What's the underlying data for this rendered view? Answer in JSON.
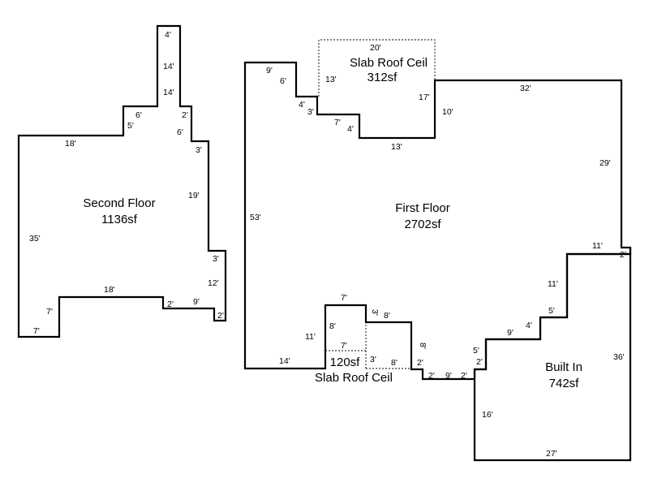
{
  "rooms": {
    "second_floor": {
      "name": "Second Floor",
      "area": "1136sf"
    },
    "first_floor": {
      "name": "First Floor",
      "area": "2702sf"
    },
    "slab_roof_top": {
      "name": "Slab Roof Ceil",
      "area": "312sf"
    },
    "slab_roof_bottom": {
      "name": "Slab Roof Ceil",
      "area": "120sf"
    },
    "built_in": {
      "name": "Built In",
      "area": "742sf"
    }
  },
  "dimensions": {
    "second_floor": [
      "4'",
      "14'",
      "14'",
      "2'",
      "6'",
      "6'",
      "5'",
      "18'",
      "3'",
      "19'",
      "35'",
      "3'",
      "12'",
      "18'",
      "2'",
      "9'",
      "2'",
      "7'",
      "7'"
    ],
    "first_floor": [
      "9'",
      "6'",
      "4'",
      "3'",
      "7'",
      "4'",
      "13'",
      "17'",
      "10'",
      "32'",
      "29'",
      "53'",
      "11'",
      "2'",
      "11'",
      "5'",
      "4'",
      "9'",
      "5'",
      "2'",
      "2'",
      "9'",
      "2'",
      "8'",
      "8'",
      "3'",
      "7'",
      "8'",
      "11'",
      "14'"
    ],
    "slab_roof_top": [
      "20'",
      "13'"
    ],
    "slab_roof_bottom": [
      "7'",
      "3'",
      "8'"
    ],
    "built_in": [
      "36'",
      "16'",
      "27'"
    ]
  }
}
